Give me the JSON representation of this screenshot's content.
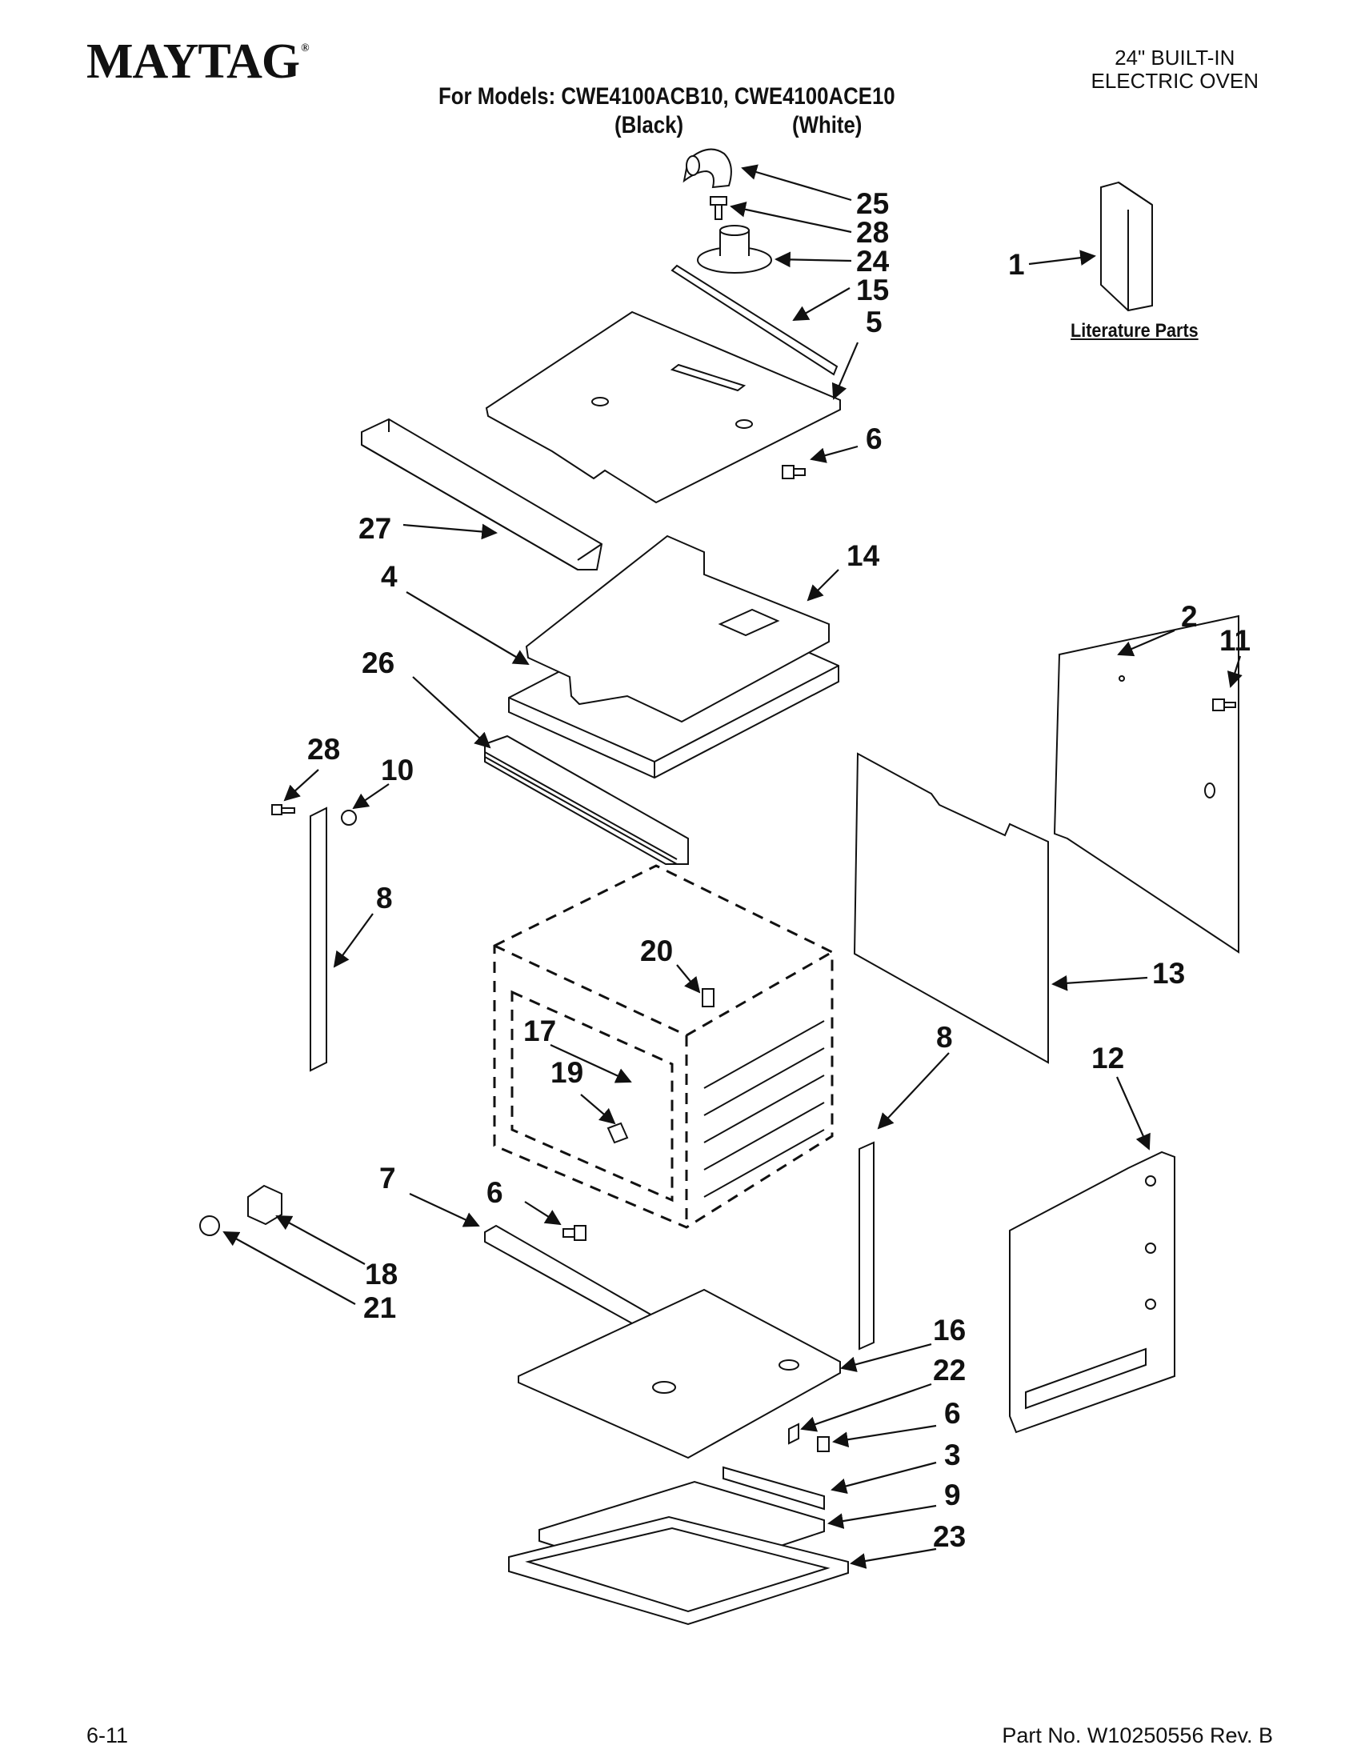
{
  "header": {
    "brand": "MAYTAG",
    "brand_mark": "®",
    "models_line": "For Models: CWE4100ACB10, CWE4100ACE10",
    "color_black": "(Black)",
    "color_white": "(White)",
    "product_type_line1": "24\" BUILT-IN",
    "product_type_line2": "ELECTRIC OVEN"
  },
  "literature_label": "Literature Parts",
  "footer": {
    "page": "6-11",
    "part_number": "Part No. W10250556 Rev. B"
  },
  "callouts": [
    "25",
    "28",
    "24",
    "15",
    "5",
    "6",
    "1",
    "27",
    "14",
    "4",
    "2",
    "11",
    "26",
    "28",
    "10",
    "8",
    "20",
    "17",
    "19",
    "13",
    "8",
    "12",
    "7",
    "6",
    "18",
    "21",
    "16",
    "22",
    "6",
    "3",
    "9",
    "23"
  ]
}
